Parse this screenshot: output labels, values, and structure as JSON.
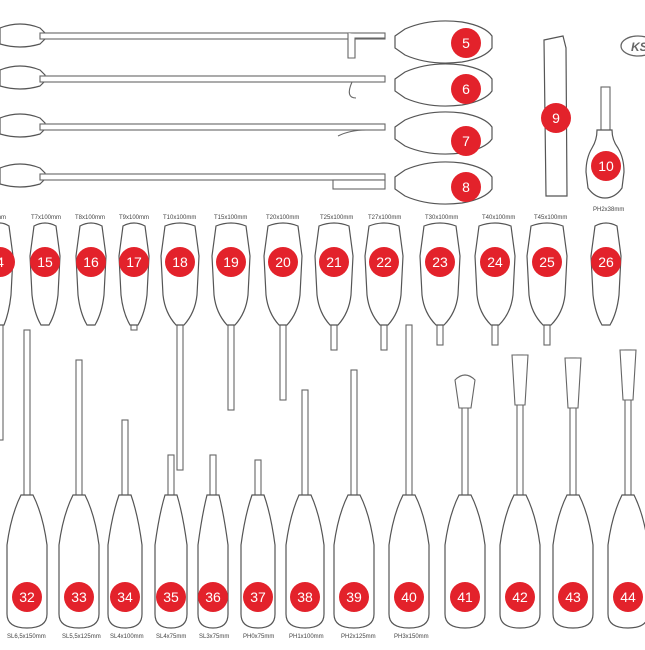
{
  "brand": {
    "logo_text": "KS"
  },
  "colors": {
    "badge": "#e3222b",
    "outline": "#555555",
    "label_text": "#444444",
    "background": "#ffffff"
  },
  "tools": [
    {
      "pos": "5",
      "size": ""
    },
    {
      "pos": "6",
      "size": ""
    },
    {
      "pos": "7",
      "size": ""
    },
    {
      "pos": "8",
      "size": ""
    },
    {
      "pos": "9",
      "size": ""
    },
    {
      "pos": "10",
      "size": "PH2x38mm"
    },
    {
      "pos": "",
      "size": "mm"
    },
    {
      "pos": "",
      "size": "T7x100mm"
    },
    {
      "pos": "",
      "size": "T8x100mm"
    },
    {
      "pos": "",
      "size": "T9x100mm"
    },
    {
      "pos": "",
      "size": "T10x100mm"
    },
    {
      "pos": "",
      "size": "T15x100mm"
    },
    {
      "pos": "",
      "size": "T20x100mm"
    },
    {
      "pos": "",
      "size": "T25x100mm"
    },
    {
      "pos": "",
      "size": "T27x100mm"
    },
    {
      "pos": "",
      "size": "T30x100mm"
    },
    {
      "pos": "",
      "size": "T40x100mm"
    },
    {
      "pos": "",
      "size": "T45x100mm"
    },
    {
      "pos": "4",
      "size": ""
    },
    {
      "pos": "15",
      "size": ""
    },
    {
      "pos": "16",
      "size": ""
    },
    {
      "pos": "17",
      "size": ""
    },
    {
      "pos": "18",
      "size": ""
    },
    {
      "pos": "19",
      "size": ""
    },
    {
      "pos": "20",
      "size": ""
    },
    {
      "pos": "21",
      "size": ""
    },
    {
      "pos": "22",
      "size": ""
    },
    {
      "pos": "23",
      "size": ""
    },
    {
      "pos": "24",
      "size": ""
    },
    {
      "pos": "25",
      "size": ""
    },
    {
      "pos": "26",
      "size": ""
    },
    {
      "pos": "32",
      "size": "SL6,5x150mm"
    },
    {
      "pos": "33",
      "size": "SL5,5x125mm"
    },
    {
      "pos": "34",
      "size": "SL4x100mm"
    },
    {
      "pos": "35",
      "size": "SL4x75mm"
    },
    {
      "pos": "36",
      "size": "SL3x75mm"
    },
    {
      "pos": "37",
      "size": "PH0x75mm"
    },
    {
      "pos": "38",
      "size": "PH1x100mm"
    },
    {
      "pos": "39",
      "size": "PH2x125mm"
    },
    {
      "pos": "40",
      "size": "PH3x150mm"
    },
    {
      "pos": "41",
      "size": ""
    },
    {
      "pos": "42",
      "size": ""
    },
    {
      "pos": "43",
      "size": ""
    },
    {
      "pos": "44",
      "size": ""
    }
  ]
}
